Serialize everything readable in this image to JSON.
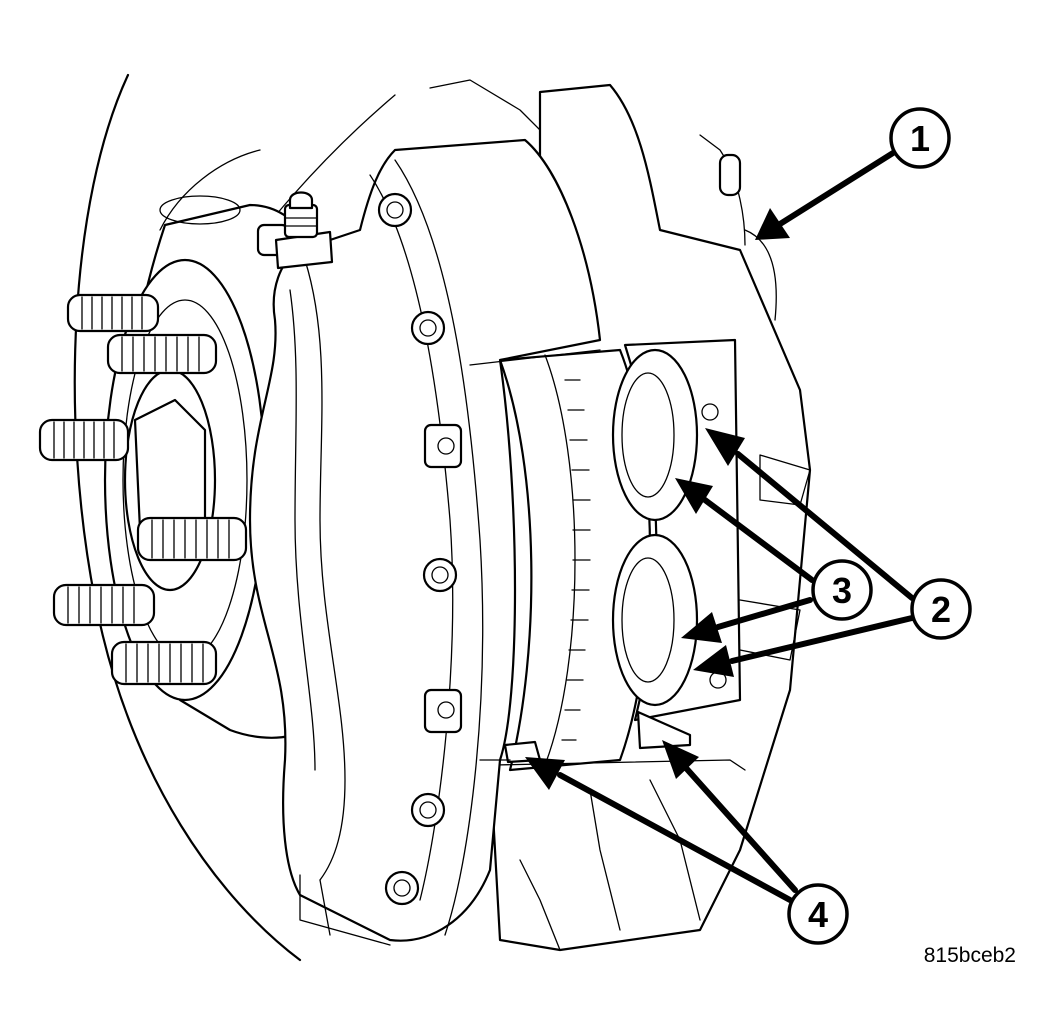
{
  "figure_id": "815bceb2",
  "callouts": [
    {
      "label": "1"
    },
    {
      "label": "2"
    },
    {
      "label": "3"
    },
    {
      "label": "4"
    }
  ]
}
